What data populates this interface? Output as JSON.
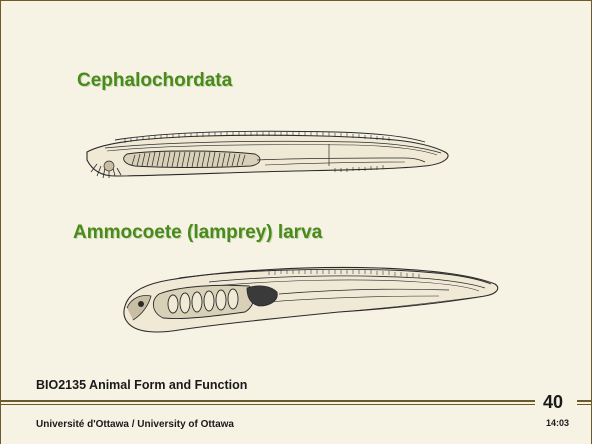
{
  "slide": {
    "heading_1": "Cephalochordata",
    "heading_2": "Ammocoete (lamprey) larva",
    "footer": {
      "course": "BIO2135 Animal Form and Function",
      "university": "Université d'Ottawa / University of Ottawa",
      "page_number": "40",
      "time": "14:03"
    },
    "colors": {
      "background": "#f6f2e4",
      "heading": "#4a8a1c",
      "rule": "#6b5a2a"
    }
  }
}
